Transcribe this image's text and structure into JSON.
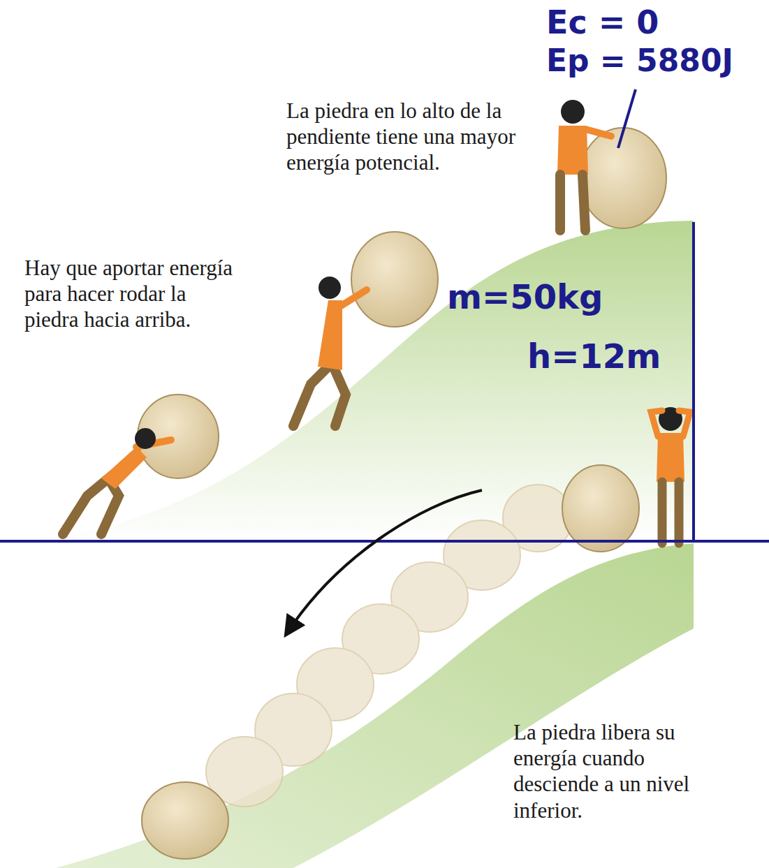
{
  "diagram": {
    "labels": [
      "Ec = 0",
      "Ep = 5880J",
      "La piedra en lo alto de la pendiente tiene una mayor energía potencial.",
      "Hay que aportar energía para hacer rodar la piedra hacia arriba.",
      "m=50kg",
      "h=12m",
      "La piedra libera su energía cuando desciende a un nivel inferior."
    ]
  }
}
